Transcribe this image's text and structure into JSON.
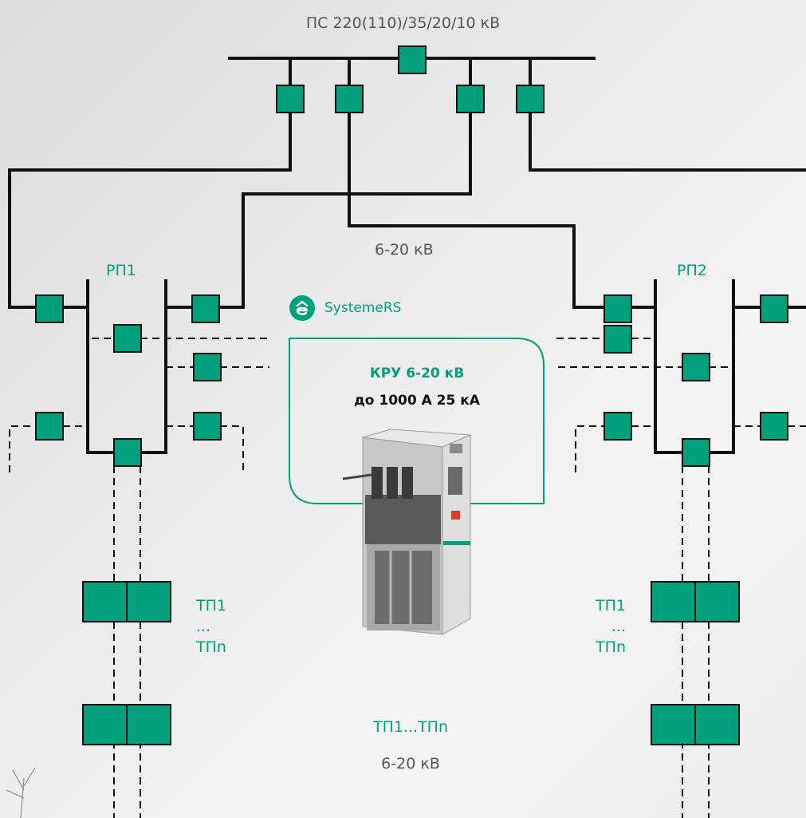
{
  "header": {
    "title": "ПС 220(110)/35/20/10 кВ"
  },
  "feeder_label": "6-20 кВ",
  "rp1": {
    "label": "РП1"
  },
  "rp2": {
    "label": "РП2"
  },
  "brand": {
    "name": "SystemeRS",
    "logo_icon": "systemers-logo-icon"
  },
  "kru": {
    "title": "КРУ 6-20 кВ",
    "spec": "до 1000 А 25 кА"
  },
  "tp_left": {
    "first": "ТП1",
    "ellipsis": "...",
    "last": "ТПn"
  },
  "tp_right": {
    "first": "ТП1",
    "ellipsis": "...",
    "last": "ТПn"
  },
  "bottom": {
    "tp_range": "ТП1...ТПn",
    "voltage": "6-20 кВ"
  },
  "colors": {
    "accent": "#00a07c",
    "line": "#111111",
    "label_gray": "#555555"
  }
}
